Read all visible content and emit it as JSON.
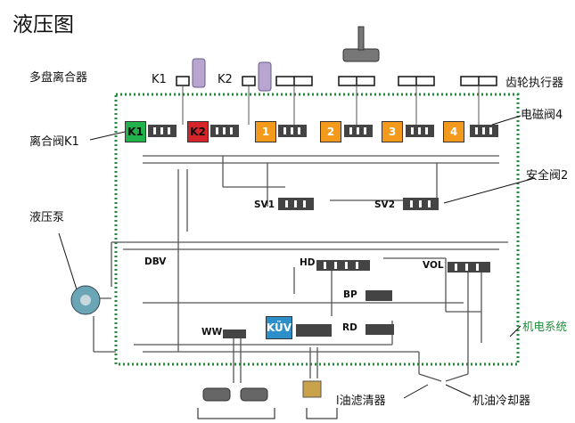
{
  "title": "液压图",
  "labels": {
    "multi_clutch": "多盘离合器",
    "clutch_valve": "离合阀K1",
    "pump": "液压泵",
    "gear_actuator": "齿轮执行器",
    "solenoid": "电磁阀4",
    "safety_valve": "安全阀2",
    "mech_system": "机电系统",
    "oil_filter": "l油滤清器",
    "oil_cooler": "机油冷却器"
  },
  "captions": {
    "k1": "K1",
    "k2": "K2"
  },
  "valves": {
    "k1": "K1",
    "k2": "K2",
    "g1": "1",
    "g2": "2",
    "g3": "3",
    "g4": "4",
    "kuv": "KÜV"
  },
  "valve_labels": {
    "sv1": "SV1",
    "sv2": "SV2",
    "dbv": "DBV",
    "hd": "HD",
    "vol": "VOL",
    "bp": "BP",
    "rd": "RD",
    "ww": "WW"
  },
  "colors": {
    "k1": "#22b24c",
    "k2": "#d6252a",
    "gear": "#f39a1c",
    "kuv": "#2c8fc9",
    "frame": "#1f8a3a"
  }
}
